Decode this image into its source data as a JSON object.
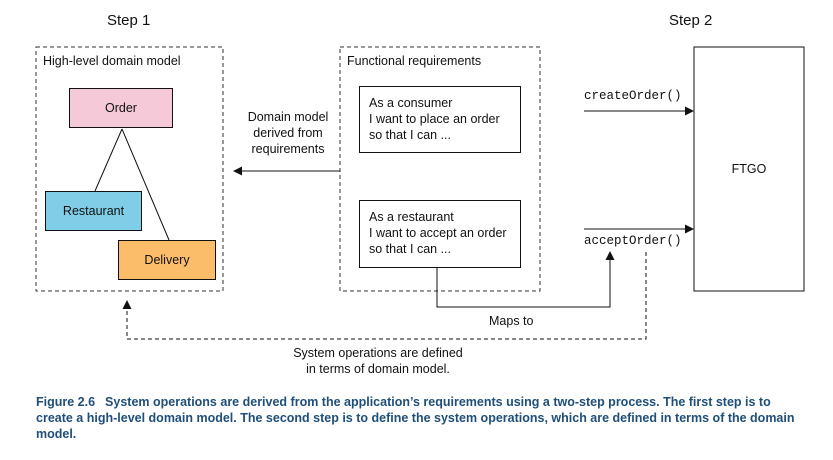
{
  "steps": {
    "step1": "Step 1",
    "step2": "Step 2"
  },
  "domain_model": {
    "title": "High-level domain model",
    "order": "Order",
    "restaurant": "Restaurant",
    "delivery": "Delivery",
    "colors": {
      "order": "#f5c9d7",
      "restaurant": "#7fcde6",
      "delivery": "#fbbd6a"
    }
  },
  "requirements": {
    "title": "Functional requirements",
    "consumer_lines": [
      "As a consumer",
      "I want to place an order",
      "so that I can ..."
    ],
    "restaurant_lines": [
      "As a restaurant",
      "I want to accept an order",
      "so that I can ..."
    ]
  },
  "labels": {
    "derived": [
      "Domain model",
      "derived from",
      "requirements"
    ],
    "maps_to": "Maps to",
    "system_ops": [
      "System operations are defined",
      "in terms of domain model."
    ],
    "create_order": "createOrder()",
    "accept_order": "acceptOrder()"
  },
  "ftgo": "FTGO",
  "caption": {
    "number": "Figure 2.6",
    "text": "System operations are derived from the application’s requirements using a two-step process. The first step is to create a high-level domain model. The second step is to define the system operations, which are defined in terms of the domain model."
  }
}
